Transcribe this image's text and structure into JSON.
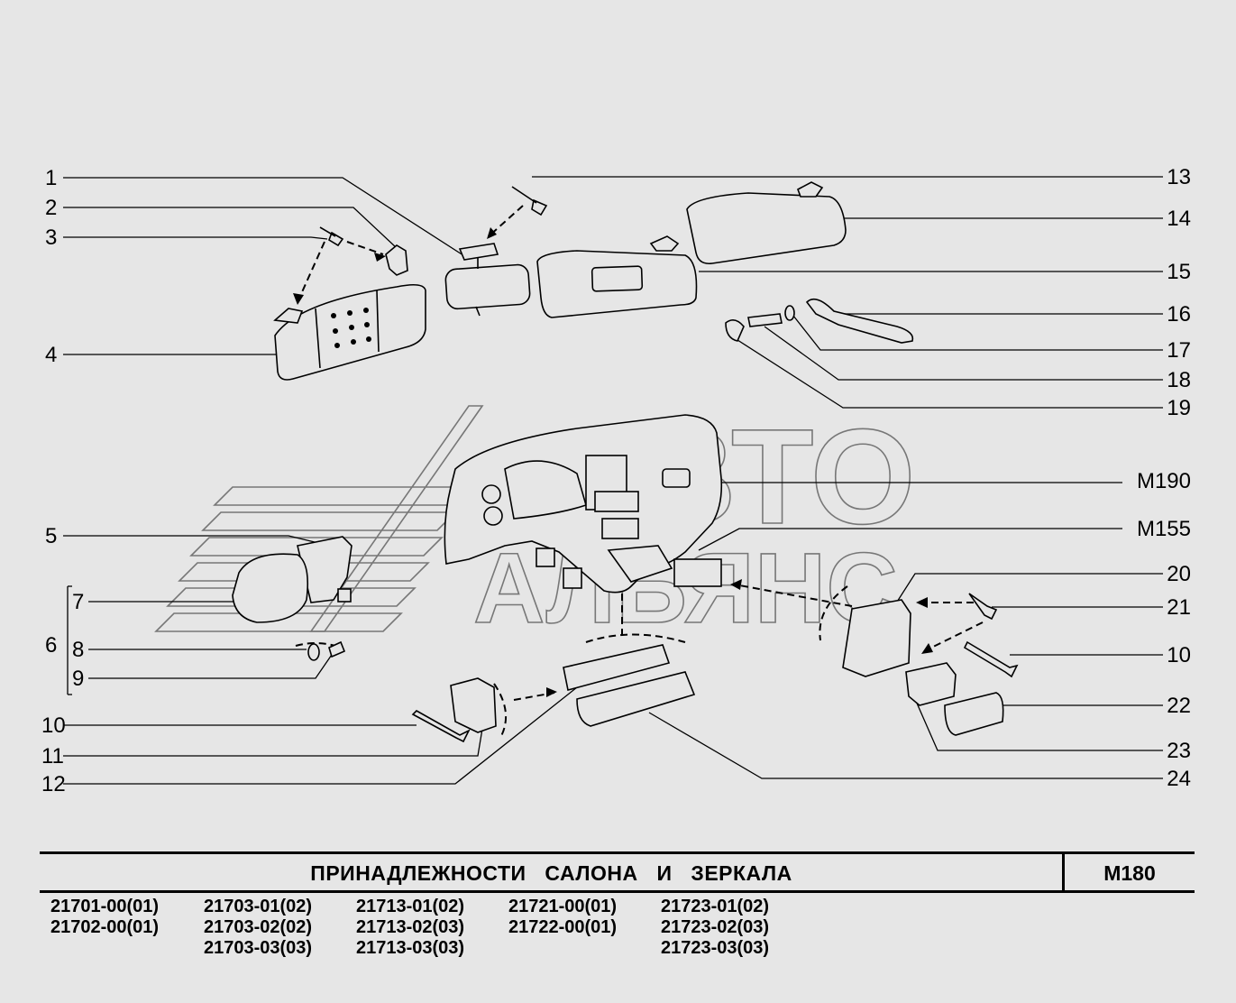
{
  "callouts_left": [
    "1",
    "2",
    "3",
    "4",
    "5",
    "6",
    "7",
    "8",
    "9",
    "10",
    "11",
    "12"
  ],
  "callouts_right": [
    "13",
    "14",
    "15",
    "16",
    "17",
    "18",
    "19",
    "M190",
    "M155",
    "20",
    "21",
    "10",
    "22",
    "23",
    "24"
  ],
  "watermark": {
    "line1": "АВТО",
    "line2": "АЛЬЯНС"
  },
  "title": "ПРИНАДЛЕЖНОСТИ САЛОНА И ЗЕРКАЛА",
  "code": "М180",
  "models": [
    [
      "21701-00(01)",
      "21702-00(01)"
    ],
    [
      "21703-01(02)",
      "21703-02(02)",
      "21703-03(03)"
    ],
    [
      "21713-01(02)",
      "21713-02(03)",
      "21713-03(03)"
    ],
    [
      "21721-00(01)",
      "21722-00(01)"
    ],
    [
      "21723-01(02)",
      "21723-02(03)",
      "21723-03(03)"
    ]
  ]
}
